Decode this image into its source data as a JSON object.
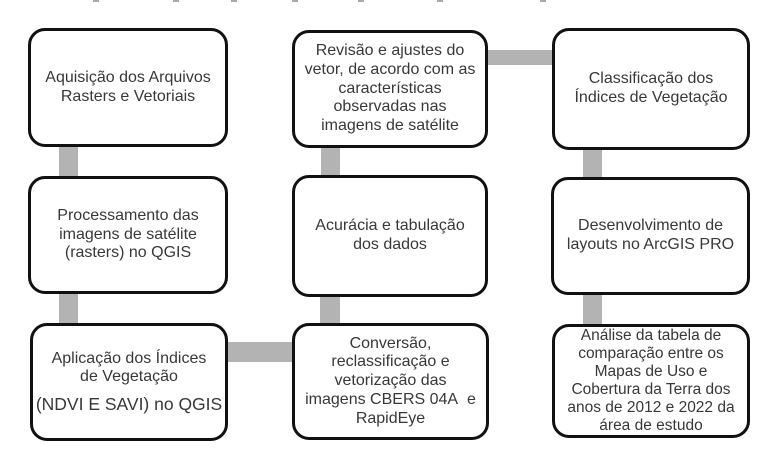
{
  "diagram": {
    "type": "flowchart",
    "language": "pt-BR",
    "nodes": {
      "tl": {
        "id": "aquisicao",
        "text": "Aquisição dos Arquivos\nRasters e Vetoriais"
      },
      "ml": {
        "id": "processamento",
        "text": "Processamento das\nimagens de satélite\n(rasters) no QGIS"
      },
      "bl": {
        "id": "aplicacao-indices",
        "text_main": "Aplicação dos Índices\nde Vegetação",
        "text_sub": "(NDVI E SAVI) no QGIS"
      },
      "bm": {
        "id": "conversao",
        "text": "Conversão,\nreclassificação e\nvetorização das\nimagens CBERS 04A  e\nRapidEye"
      },
      "mm": {
        "id": "acuracia",
        "text": "Acurácia e tabulação\ndos dados"
      },
      "tm": {
        "id": "revisao",
        "text": "Revisão e ajustes do\nvetor, de acordo com as\ncaracterísticas\nobservadas nas\nimagens de satélite"
      },
      "tr": {
        "id": "classificacao",
        "text": "Classificação dos\nÍndices de Vegetação"
      },
      "mr": {
        "id": "layouts",
        "text": "Desenvolvimento de\nlayouts no ArcGIS PRO"
      },
      "br": {
        "id": "analise-tabela",
        "text": "Análise da tabela de\ncomparação entre os\nMapas de Uso e\nCobertura da Terra dos\nanos de 2012 e 2022 da\nárea de estudo"
      }
    },
    "connections": [
      {
        "from": "aquisicao",
        "to": "processamento"
      },
      {
        "from": "processamento",
        "to": "aplicacao-indices"
      },
      {
        "from": "aplicacao-indices",
        "to": "conversao"
      },
      {
        "from": "conversao",
        "to": "acuracia"
      },
      {
        "from": "acuracia",
        "to": "revisao"
      },
      {
        "from": "revisao",
        "to": "classificacao"
      },
      {
        "from": "classificacao",
        "to": "layouts"
      },
      {
        "from": "layouts",
        "to": "analise-tabela"
      }
    ],
    "colors": {
      "background": "#ffffff",
      "box_fill": "#ffffff",
      "box_border": "#111111",
      "text": "#383838",
      "connector": "#b3b3b3"
    }
  }
}
